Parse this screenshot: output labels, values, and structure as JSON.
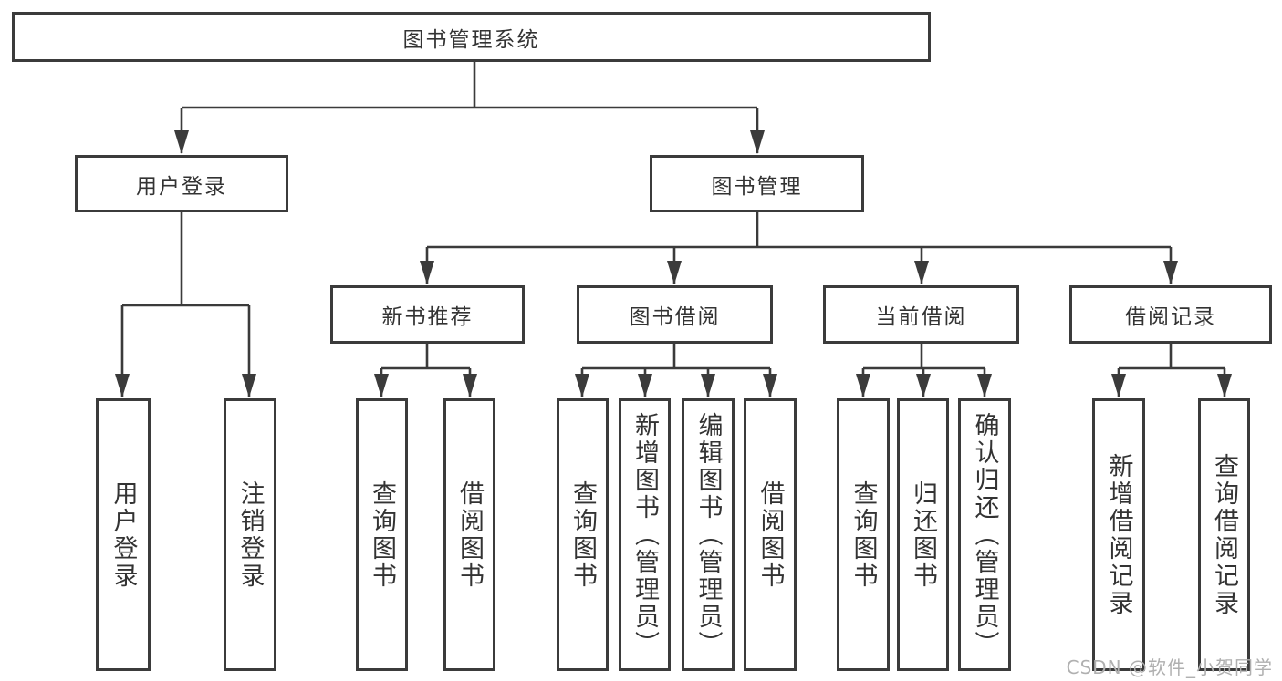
{
  "diagram": {
    "colors": {
      "line": "#3b3b3b",
      "text": "#333333",
      "background": "#ffffff",
      "watermark_text": "#b0b0b0"
    },
    "tree": {
      "label": "图书管理系统",
      "children": [
        {
          "label": "用户登录",
          "children": [
            {
              "label": "用户登录"
            },
            {
              "label": "注销登录"
            }
          ]
        },
        {
          "label": "图书管理",
          "children": [
            {
              "label": "新书推荐",
              "children": [
                {
                  "label": "查询图书"
                },
                {
                  "label": "借阅图书"
                }
              ]
            },
            {
              "label": "图书借阅",
              "children": [
                {
                  "label": "查询图书"
                },
                {
                  "label": "新增图书（管理员）"
                },
                {
                  "label": "编辑图书（管理员）"
                },
                {
                  "label": "借阅图书"
                }
              ]
            },
            {
              "label": "当前借阅",
              "children": [
                {
                  "label": "查询图书"
                },
                {
                  "label": "归还图书"
                },
                {
                  "label": "确认归还（管理员）"
                }
              ]
            },
            {
              "label": "借阅记录",
              "children": [
                {
                  "label": "新增借阅记录"
                },
                {
                  "label": "查询借阅记录"
                }
              ]
            }
          ]
        }
      ]
    },
    "watermark": "CSDN @软件_小贺同学"
  }
}
